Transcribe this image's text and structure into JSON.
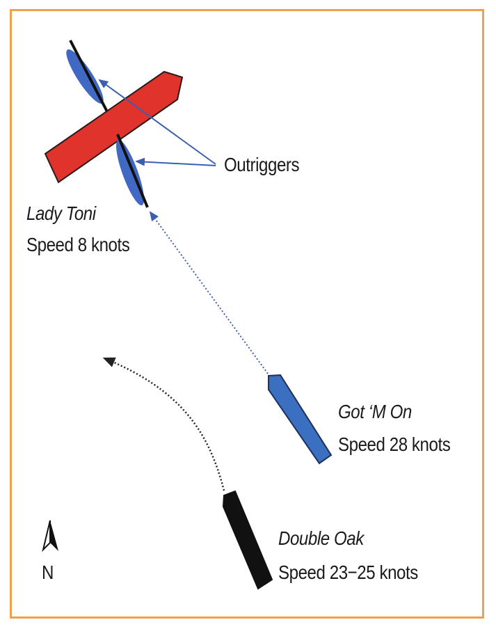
{
  "diagram": {
    "callout_label": "Outriggers",
    "vessels": [
      {
        "name": "Lady Toni",
        "speed": "Speed 8 knots",
        "color": "#e0332b"
      },
      {
        "name": "Got ‘M On",
        "speed": "Speed 28 knots",
        "color": "#3b6fc0"
      },
      {
        "name": "Double Oak",
        "speed": "Speed 23−25 knots",
        "color": "#111111"
      }
    ],
    "compass": {
      "letter": "N",
      "icon": "north-arrow-icon"
    },
    "colors": {
      "frame": "#f0a04b",
      "outrigger": "#4169c4",
      "arrow": "#3b5fb0"
    }
  }
}
